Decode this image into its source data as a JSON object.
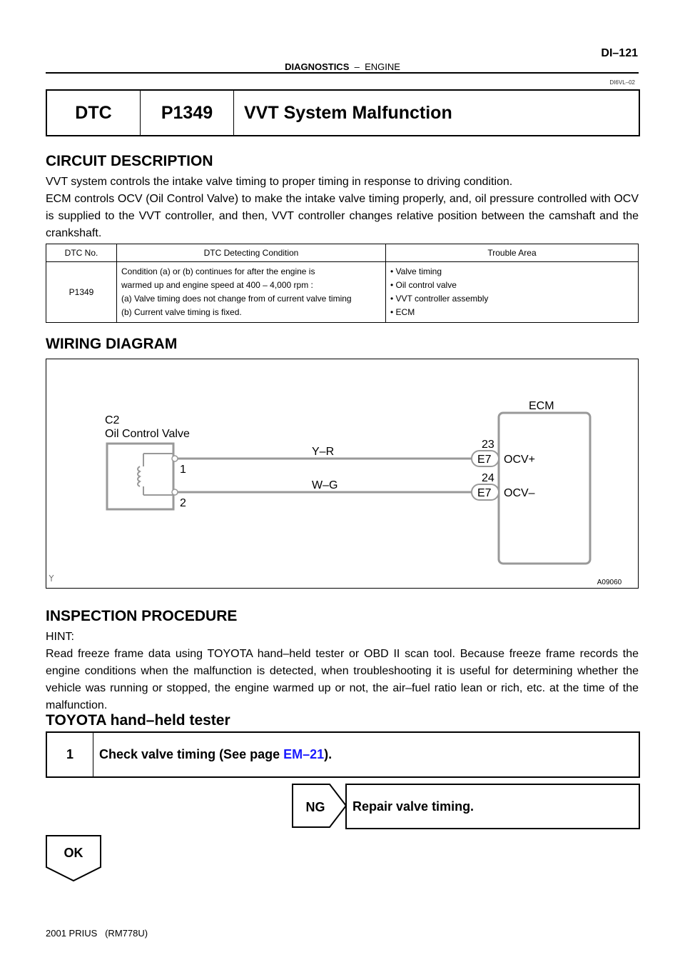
{
  "header": {
    "section": "DIAGNOSTICS",
    "separator": "–",
    "subsection": "ENGINE",
    "page_number": "DI–121",
    "doc_code": "DI6VL–02"
  },
  "dtc_title": {
    "label": "DTC",
    "code": "P1349",
    "name": "VVT System Malfunction"
  },
  "circuit_description": {
    "heading": "CIRCUIT DESCRIPTION",
    "paragraphs": [
      "VVT system controls the intake valve timing to proper timing in response to driving condition.",
      "ECM controls OCV (Oil Control Valve) to make the intake valve timing properly, and, oil pressure controlled with OCV is supplied to the VVT controller, and then, VVT controller changes relative position between the camshaft and the crankshaft."
    ]
  },
  "dtc_table": {
    "headers": [
      "DTC No.",
      "DTC Detecting Condition",
      "Trouble Area"
    ],
    "row": {
      "dtc_no": "P1349",
      "conditions": [
        "Condition (a) or (b) continues for after the engine is",
        "warmed up and engine speed at 400 – 4,000 rpm :",
        "(a) Valve timing does not change from of current valve timing",
        "(b) Current valve timing is fixed."
      ],
      "trouble_areas": [
        "• Valve timing",
        "• Oil control valve",
        "• VVT controller assembly",
        "• ECM"
      ]
    }
  },
  "wiring_diagram": {
    "heading": "WIRING DIAGRAM",
    "component_code": "C2",
    "component_name": "Oil Control Valve",
    "ecm_label": "ECM",
    "wires": [
      {
        "color": "Y–R",
        "pin": "1",
        "ecm_pin": "23",
        "connector": "E7",
        "terminal": "OCV+"
      },
      {
        "color": "W–G",
        "pin": "2",
        "ecm_pin": "24",
        "connector": "E7",
        "terminal": "OCV–"
      }
    ],
    "figure_id": "A09060"
  },
  "inspection": {
    "heading": "INSPECTION PROCEDURE",
    "hint_label": "HINT:",
    "hint_text": "Read freeze frame data using TOYOTA hand–held tester or OBD II scan tool. Because freeze frame records the engine conditions when the malfunction is detected, when troubleshooting it is useful for determining whether the vehicle was running or stopped, the engine warmed up or not, the air–fuel ratio lean or rich, etc. at the time of the malfunction.",
    "tool_heading": "TOYOTA hand–held tester"
  },
  "step1": {
    "number": "1",
    "text_before": "Check valve timing (See page ",
    "link": "EM–21",
    "text_after": ")."
  },
  "ng_result": {
    "label": "NG",
    "action": "Repair valve timing."
  },
  "ok_result": {
    "label": "OK"
  },
  "footer": {
    "text": "2001 PRIUS   (RM778U)"
  }
}
